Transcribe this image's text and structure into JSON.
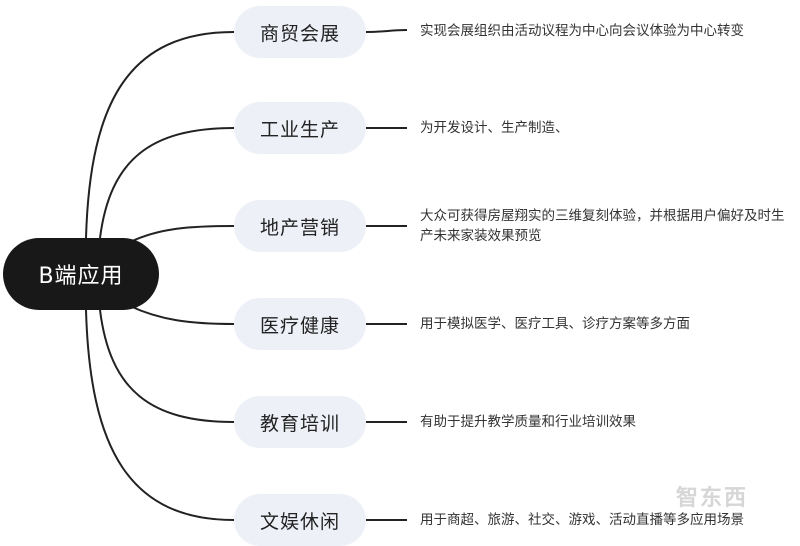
{
  "root": {
    "label": "B端应用"
  },
  "branches": [
    {
      "label": "商贸会展",
      "desc": "实现会展组织由活动议程为中心向会议体验为中心转变"
    },
    {
      "label": "工业生产",
      "desc": "为开发设计、生产制造、"
    },
    {
      "label": "地产营销",
      "desc": "大众可获得房屋翔实的三维复刻体验，并根据用户偏好及时生产未来家装效果预览"
    },
    {
      "label": "医疗健康",
      "desc": "用于模拟医学、医疗工具、诊疗方案等多方面"
    },
    {
      "label": "教育培训",
      "desc": "有助于提升教学质量和行业培训效果"
    },
    {
      "label": "文娱休闲",
      "desc": "用于商超、旅游、社交、游戏、活动直播等多应用场景"
    }
  ],
  "watermark": {
    "text": "智东西"
  },
  "colors": {
    "root_bg": "#181818",
    "branch_bg": "#eef0f8",
    "line": "#222222"
  }
}
